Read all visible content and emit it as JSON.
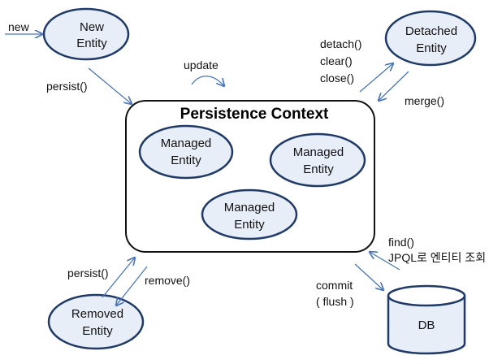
{
  "diagram": {
    "context": {
      "title": "Persistence Context"
    },
    "nodes": {
      "new_entity": [
        "New",
        "Entity"
      ],
      "detached_entity": [
        "Detached",
        "Entity"
      ],
      "managed_1": [
        "Managed",
        "Entity"
      ],
      "managed_2": [
        "Managed",
        "Entity"
      ],
      "managed_3": [
        "Managed",
        "Entity"
      ],
      "removed_entity": [
        "Removed",
        "Entity"
      ],
      "db": "DB"
    },
    "edges": {
      "new": "new",
      "persist_top": "persist()",
      "update": "update",
      "detach": "detach()",
      "clear": "clear()",
      "close": "close()",
      "merge": "merge()",
      "find": "find()",
      "jpql": "JPQL로 엔티티 조회",
      "commit": "commit",
      "flush": "( flush )",
      "persist_bottom": "persist()",
      "remove": "remove()"
    },
    "colors": {
      "node_fill": "#e8eef7",
      "node_stroke": "#1f3a68",
      "arrow": "#4a76b8"
    }
  }
}
